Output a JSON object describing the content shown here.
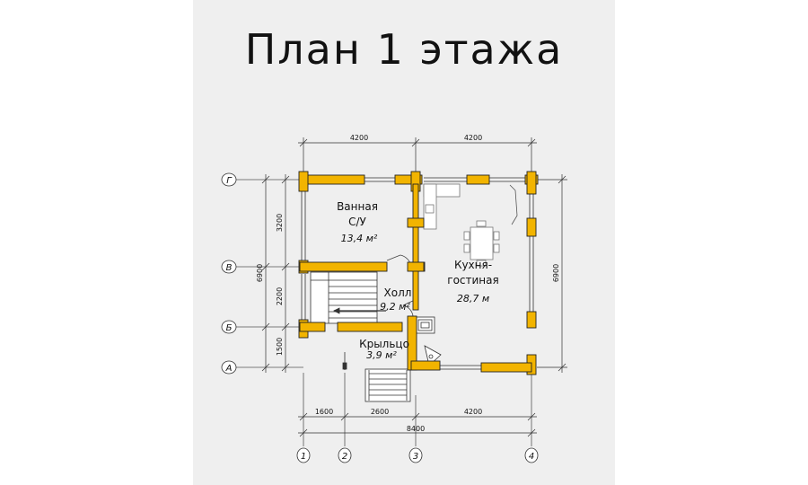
{
  "title": "План 1 этажа",
  "dimensions": {
    "top": [
      "4200",
      "4200"
    ],
    "bottom": [
      "1600",
      "2600",
      "4200"
    ],
    "bottom_total": "8400",
    "left": [
      "3200",
      "2200",
      "1500"
    ],
    "left_total": "6900",
    "right": "6900"
  },
  "axes": {
    "rows": [
      "Г",
      "В",
      "Б",
      "А"
    ],
    "cols": [
      "1",
      "2",
      "3",
      "4"
    ]
  },
  "rooms": {
    "bath": {
      "name1": "Ванная",
      "name2": "С/У",
      "area": "13,4 м²"
    },
    "hall": {
      "name": "Холл",
      "area": "9,2 м²"
    },
    "kitchen": {
      "name1": "Кухня-",
      "name2": "гостиная",
      "area": "28,7 м"
    },
    "porch": {
      "name": "Крыльцо",
      "area": "3,9 м²"
    }
  },
  "colors": {
    "wall": "#f2b400",
    "wall_stroke": "#222222",
    "panel": "#efefef"
  }
}
